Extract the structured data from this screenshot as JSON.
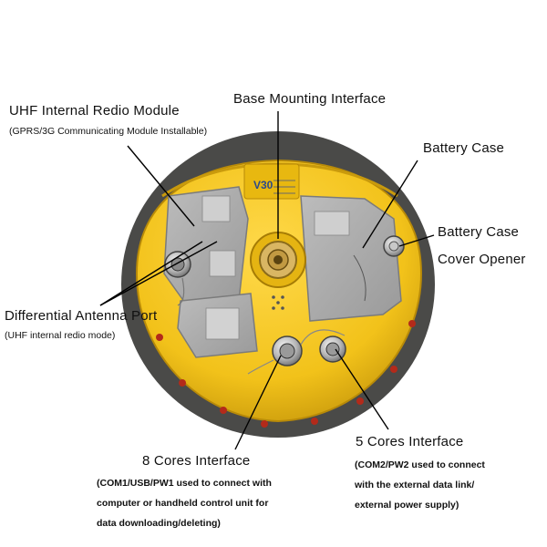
{
  "labels": {
    "uhf_module": "UHF Internal Redio Module",
    "uhf_module_note": "(GPRS/3G Communicating Module Installable)",
    "base_mount": "Base Mounting Interface",
    "battery_case": "Battery Case",
    "battery_opener_line1": "Battery Case",
    "battery_opener_line2": "Cover Opener",
    "diff_antenna": "Differential Antenna Port",
    "diff_antenna_note": "(UHF internal redio mode)",
    "eight_cores": "8 Cores Interface",
    "eight_cores_note1": "(COM1/USB/PW1 used to connect with",
    "eight_cores_note2": "computer or handheld control unit for",
    "eight_cores_note3": "data downloading/deleting)",
    "five_cores": "5 Cores Interface",
    "five_cores_note1": "(COM2/PW2 used to connect",
    "five_cores_note2": "with the external data link/",
    "five_cores_note3": "external power supply)"
  },
  "device": {
    "model": "V30"
  },
  "colors": {
    "body_yellow": "#f2c21a",
    "body_shadow": "#c99a0c",
    "panel_gray": "#a9a9a9",
    "base_dark": "#4a4a48",
    "leader_line": "#000000"
  }
}
